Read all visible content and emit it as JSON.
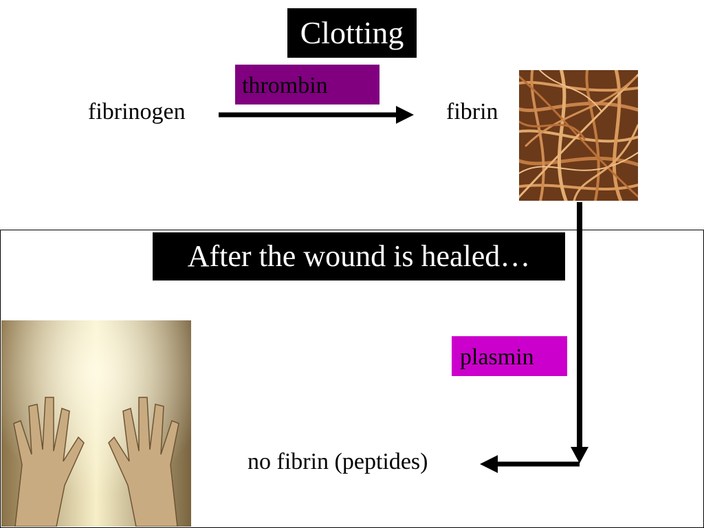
{
  "clotting_title": "Clotting",
  "healed_title": "After the wound is healed…",
  "reaction_1": {
    "substrate": "fibrinogen",
    "enzyme": "thrombin",
    "product": "fibrin"
  },
  "reaction_2": {
    "enzyme": "plasmin",
    "product": "no fibrin (peptides)"
  },
  "colors": {
    "thrombin_box": "#800080",
    "plasmin_box": "#cc00cc",
    "title_box": "#000000",
    "fibrin_strands": "#c8834a"
  }
}
